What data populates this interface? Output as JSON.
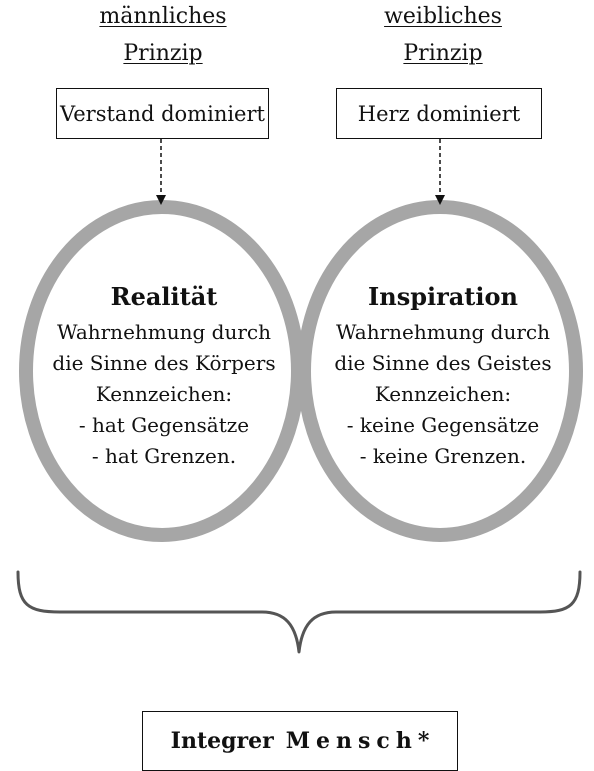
{
  "left": {
    "heading_line1": "männliches",
    "heading_line2": "Prinzip",
    "box_label": "Verstand dominiert",
    "circle_title": "Realität",
    "circle_lines": [
      "Wahrnehmung durch",
      "die Sinne des Körpers",
      "Kennzeichen:",
      "- hat Gegensätze",
      "- hat Grenzen."
    ]
  },
  "right": {
    "heading_line1": "weibliches",
    "heading_line2": "Prinzip",
    "box_label": "Herz dominiert",
    "circle_title": "Inspiration",
    "circle_lines": [
      "Wahrnehmung durch",
      "die Sinne des Geistes",
      "Kennzeichen:",
      "- keine Gegensätze",
      "- keine Grenzen."
    ]
  },
  "result": {
    "word1": "Integrer",
    "word2": "Mensch",
    "suffix": "*"
  },
  "colors": {
    "ring": "#a6a6a6",
    "ink": "#111111"
  }
}
